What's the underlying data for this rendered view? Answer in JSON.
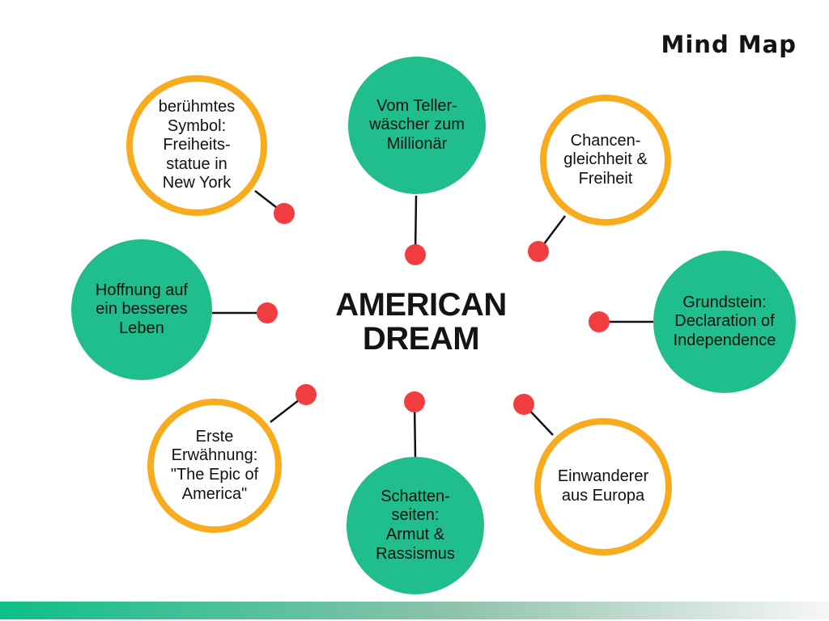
{
  "header": {
    "title": "Mind Map"
  },
  "center": {
    "title": "AMERICAN\nDREAM"
  },
  "nodes": [
    {
      "id": "beruehmtes-symbol",
      "label": "berühmtes\nSymbol:\nFreiheits-\nstatue in\nNew York",
      "style": "outlined"
    },
    {
      "id": "vom-tellerwaescher",
      "label": "Vom Teller-\nwäscher zum\nMillionär",
      "style": "filled"
    },
    {
      "id": "chancengleichheit",
      "label": "Chancen-\ngleichheit &\nFreiheit",
      "style": "outlined"
    },
    {
      "id": "grundstein",
      "label": "Grundstein:\nDeclaration of\nIndependence",
      "style": "filled"
    },
    {
      "id": "einwanderer",
      "label": "Einwanderer\naus Europa",
      "style": "outlined"
    },
    {
      "id": "schattenseiten",
      "label": "Schatten-\nseiten:\nArmut &\nRassismus",
      "style": "filled"
    },
    {
      "id": "erste-erwaehnung",
      "label": "Erste\nErwähnung:\n\"The Epic of\nAmerica\"",
      "style": "outlined"
    },
    {
      "id": "hoffnung",
      "label": "Hoffnung auf\nein besseres\nLeben",
      "style": "filled"
    }
  ],
  "colors": {
    "green": "#1fbe8c",
    "orange": "#f9ab1e",
    "red": "#f23d40",
    "text": "#111111",
    "bar_start": "#0dbf88",
    "bar_mid": "#8ec2ab",
    "bar_end": "#f6f6f6"
  }
}
